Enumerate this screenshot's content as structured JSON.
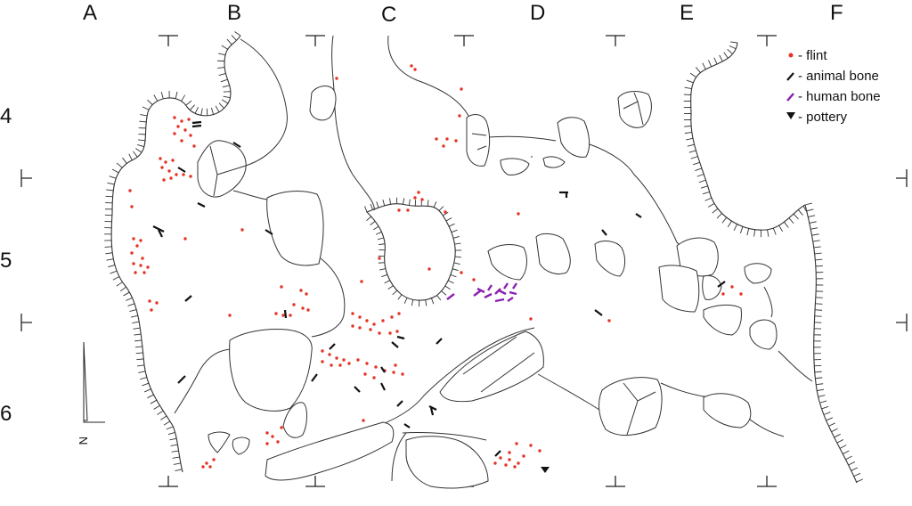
{
  "columns": [
    "A",
    "B",
    "C",
    "D",
    "E",
    "F"
  ],
  "rows": [
    "4",
    "5",
    "6"
  ],
  "north": {
    "label": "N"
  },
  "legend": [
    {
      "key": "flint",
      "prefix": "- ",
      "label": "flint",
      "color": "#e53323",
      "symbol": "dot"
    },
    {
      "key": "animal-bone",
      "prefix": "- ",
      "label": "animal bone",
      "color": "#111111",
      "symbol": "dash"
    },
    {
      "key": "human-bone",
      "prefix": "- ",
      "label": "human bone",
      "color": "#8b1fb0",
      "symbol": "dash"
    },
    {
      "key": "pottery",
      "prefix": "- ",
      "label": "pottery",
      "color": "#111111",
      "symbol": "triangle"
    }
  ]
}
